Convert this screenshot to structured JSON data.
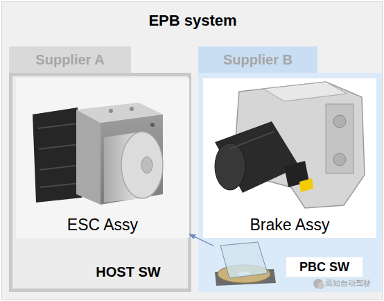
{
  "diagram": {
    "nodes": [
      {
        "text": [
          "EPB system"
        ]
      },
      {
        "text": [
          "Supplier A",
          "HOST SW"
        ],
        "in": 0
      },
      {
        "text": [
          "ESC Assy"
        ],
        "in": 1
      },
      {
        "text": [
          "Supplier B"
        ],
        "in": 0
      },
      {
        "text": [
          "Brake Assy"
        ],
        "in": 3
      },
      {
        "text": [
          "PBC SW"
        ],
        "in": 3
      }
    ],
    "edges": [
      {
        "from": 5,
        "to": 2,
        "arrow": "to"
      }
    ],
    "labels": [
      "焉知自动驾驶"
    ]
  }
}
